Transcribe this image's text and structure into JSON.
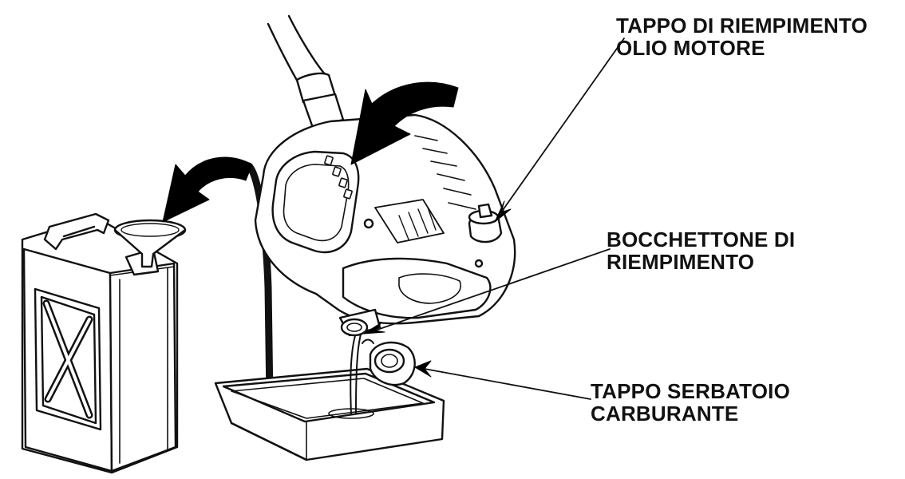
{
  "callouts": {
    "oil_fill_cap": {
      "line1": "TAPPO DI RIEMPIMENTO",
      "line2": "OLIO MOTORE"
    },
    "filler_neck": {
      "line1": "BOCCHETTONE DI",
      "line2": "RIEMPIMENTO"
    },
    "fuel_tank_cap": {
      "line1": "TAPPO SERBATOIO",
      "line2": "CARBURANTE"
    }
  },
  "colors": {
    "ink": "#111111",
    "background": "#ffffff",
    "arrow_fill": "#000000"
  }
}
